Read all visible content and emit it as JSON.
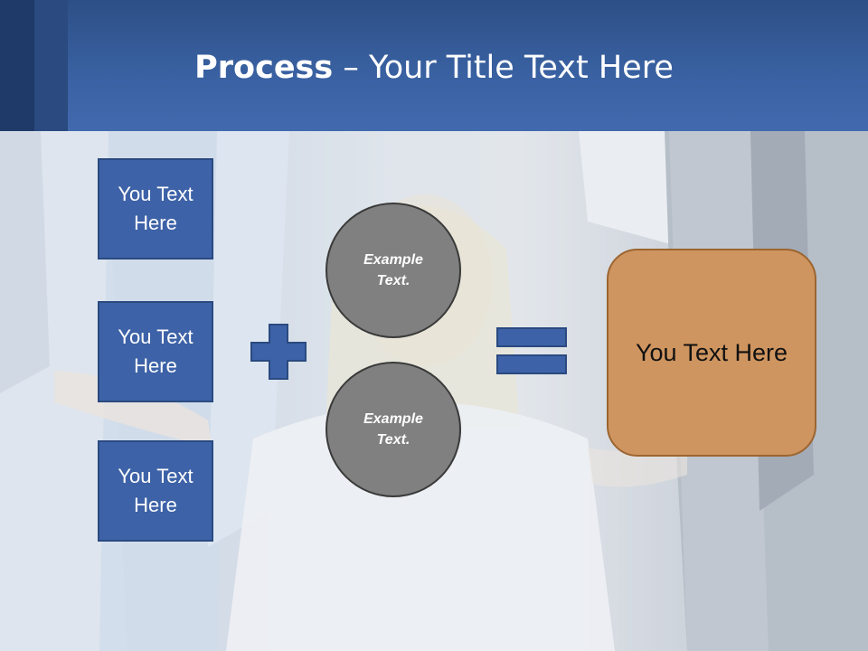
{
  "header": {
    "title_bold": "Process",
    "title_rest": " – Your Title Text Here"
  },
  "diagram": {
    "left_boxes": [
      {
        "label_line1": "You Text",
        "label_line2": "Here"
      },
      {
        "label_line1": "You Text",
        "label_line2": "Here"
      },
      {
        "label_line1": "You Text",
        "label_line2": "Here"
      }
    ],
    "circles": [
      {
        "line1": "Example",
        "line2": "Text."
      },
      {
        "line1": "Example",
        "line2": "Text."
      }
    ],
    "result": {
      "label": "You Text Here"
    }
  },
  "colors": {
    "header_blue": "#3a62a3",
    "box_blue": "#3d62a7",
    "circle_gray": "#808080",
    "result_orange": "#cf9560"
  },
  "icons": [
    "plus-sign",
    "equals-sign"
  ]
}
